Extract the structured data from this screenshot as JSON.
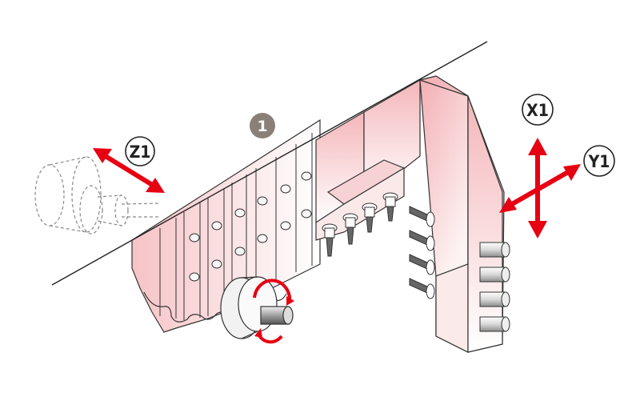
{
  "labels": {
    "station_number": "1",
    "z_axis": "Z1",
    "x_axis": "X1",
    "y_axis": "Y1"
  },
  "colors": {
    "arrow_red": "#e60012",
    "body_pink": "#f7c9cc",
    "body_pink_light": "#fdeeee",
    "outline": "#333333",
    "badge_gray": "#8a8078",
    "spindle_ghost": "#888888"
  },
  "icons": {
    "rotation": "rotation-arrows-icon",
    "axis_arrow": "double-headed-arrow-icon",
    "axis_cross": "four-way-arrow-icon"
  }
}
